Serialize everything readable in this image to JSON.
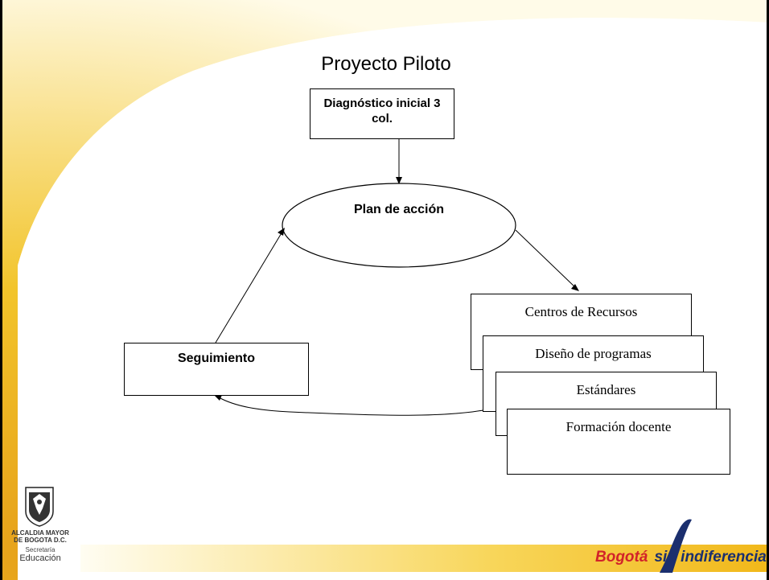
{
  "slide": {
    "title": "Proyecto Piloto",
    "diagnostic_box": {
      "line1": "Diagnóstico inicial 3",
      "line2": "col."
    },
    "plan_ellipse": "Plan de acción",
    "followup_box": "Seguimiento",
    "action_cards": [
      "Centros de Recursos",
      "Diseño de programas",
      "Estándares",
      "Formación docente"
    ]
  },
  "footer": {
    "left_logo": {
      "line1": "ALCALDIA MAYOR",
      "line2": "DE BOGOTA D.C.",
      "line3": "Secretaría",
      "line4": "Educación"
    },
    "brand": {
      "part1": "Bogotá",
      "part2": "sin indiferencia"
    }
  },
  "colors": {
    "frame_yellow": "#f4c21a",
    "frame_gold": "#e6a11a",
    "brand_red": "#d2232a",
    "brand_navy": "#1b2f6e"
  }
}
